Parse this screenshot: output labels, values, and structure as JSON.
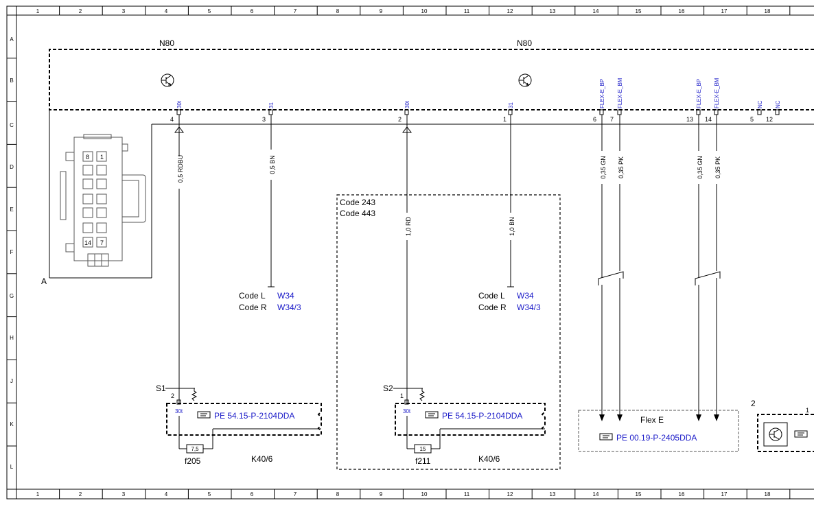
{
  "grid": {
    "columns": [
      "1",
      "2",
      "3",
      "4",
      "5",
      "6",
      "7",
      "8",
      "9",
      "10",
      "11",
      "12",
      "13",
      "14",
      "15",
      "16",
      "17",
      "18"
    ],
    "rows": [
      "A",
      "B",
      "C",
      "D",
      "E",
      "F",
      "G",
      "H",
      "J",
      "K",
      "L"
    ]
  },
  "module": {
    "left_label": "N80",
    "right_label": "N80"
  },
  "pins": [
    {
      "signal": "30t",
      "number": "4"
    },
    {
      "signal": "31",
      "number": "3"
    },
    {
      "signal": "30t",
      "number": "2"
    },
    {
      "signal": "31",
      "number": "1"
    },
    {
      "signal": "FLEX-E_BP",
      "number": "6"
    },
    {
      "signal": "FLEX-E_BM",
      "number": "7"
    },
    {
      "signal": "FLEX-E_BP",
      "number": "13"
    },
    {
      "signal": "FLEX-E_BM",
      "number": "14"
    },
    {
      "signal": "NC",
      "number": "5"
    },
    {
      "signal": "NC",
      "number": "12"
    }
  ],
  "wires": [
    {
      "label": "0,5 RDBU"
    },
    {
      "label": "0,5 BN"
    },
    {
      "label": "1,0 RD"
    },
    {
      "label": "1,0 BN"
    },
    {
      "label": "0,35 GN"
    },
    {
      "label": "0,35 PK"
    },
    {
      "label": "0,35 GN"
    },
    {
      "label": "0,35 PK"
    }
  ],
  "connector": {
    "label": "A",
    "cavities": [
      {
        "label": "8"
      },
      {
        "label": "1"
      },
      {
        "label": "14"
      },
      {
        "label": "7"
      }
    ]
  },
  "ground_refs": [
    {
      "code_l": "Code L",
      "code_r": "Code R",
      "ref_l": "W34",
      "ref_r": "W34/3"
    },
    {
      "code_l": "Code L",
      "code_r": "Code R",
      "ref_l": "W34",
      "ref_r": "W34/3"
    }
  ],
  "code_box": {
    "line1": "Code 243",
    "line2": "Code 443"
  },
  "splices": [
    {
      "label": "S1",
      "pin_in": "2",
      "pin_signal": "30t",
      "ref": "PE 54.15-P-2104DDA",
      "fuse_value": "7,5",
      "fuse_name": "f205",
      "device": "K40/6"
    },
    {
      "label": "S2",
      "pin_in": "1",
      "pin_signal": "30t",
      "ref": "PE 54.15-P-2104DDA",
      "fuse_value": "15",
      "fuse_name": "f211",
      "device": "K40/6"
    }
  ],
  "flex": {
    "title": "Flex E",
    "ref": "PE 00.19-P-2405DDA"
  },
  "partial_box": {
    "label": "2",
    "pin": "1"
  },
  "colors": {
    "line": "#000000",
    "reference": "#1a1ac8"
  }
}
